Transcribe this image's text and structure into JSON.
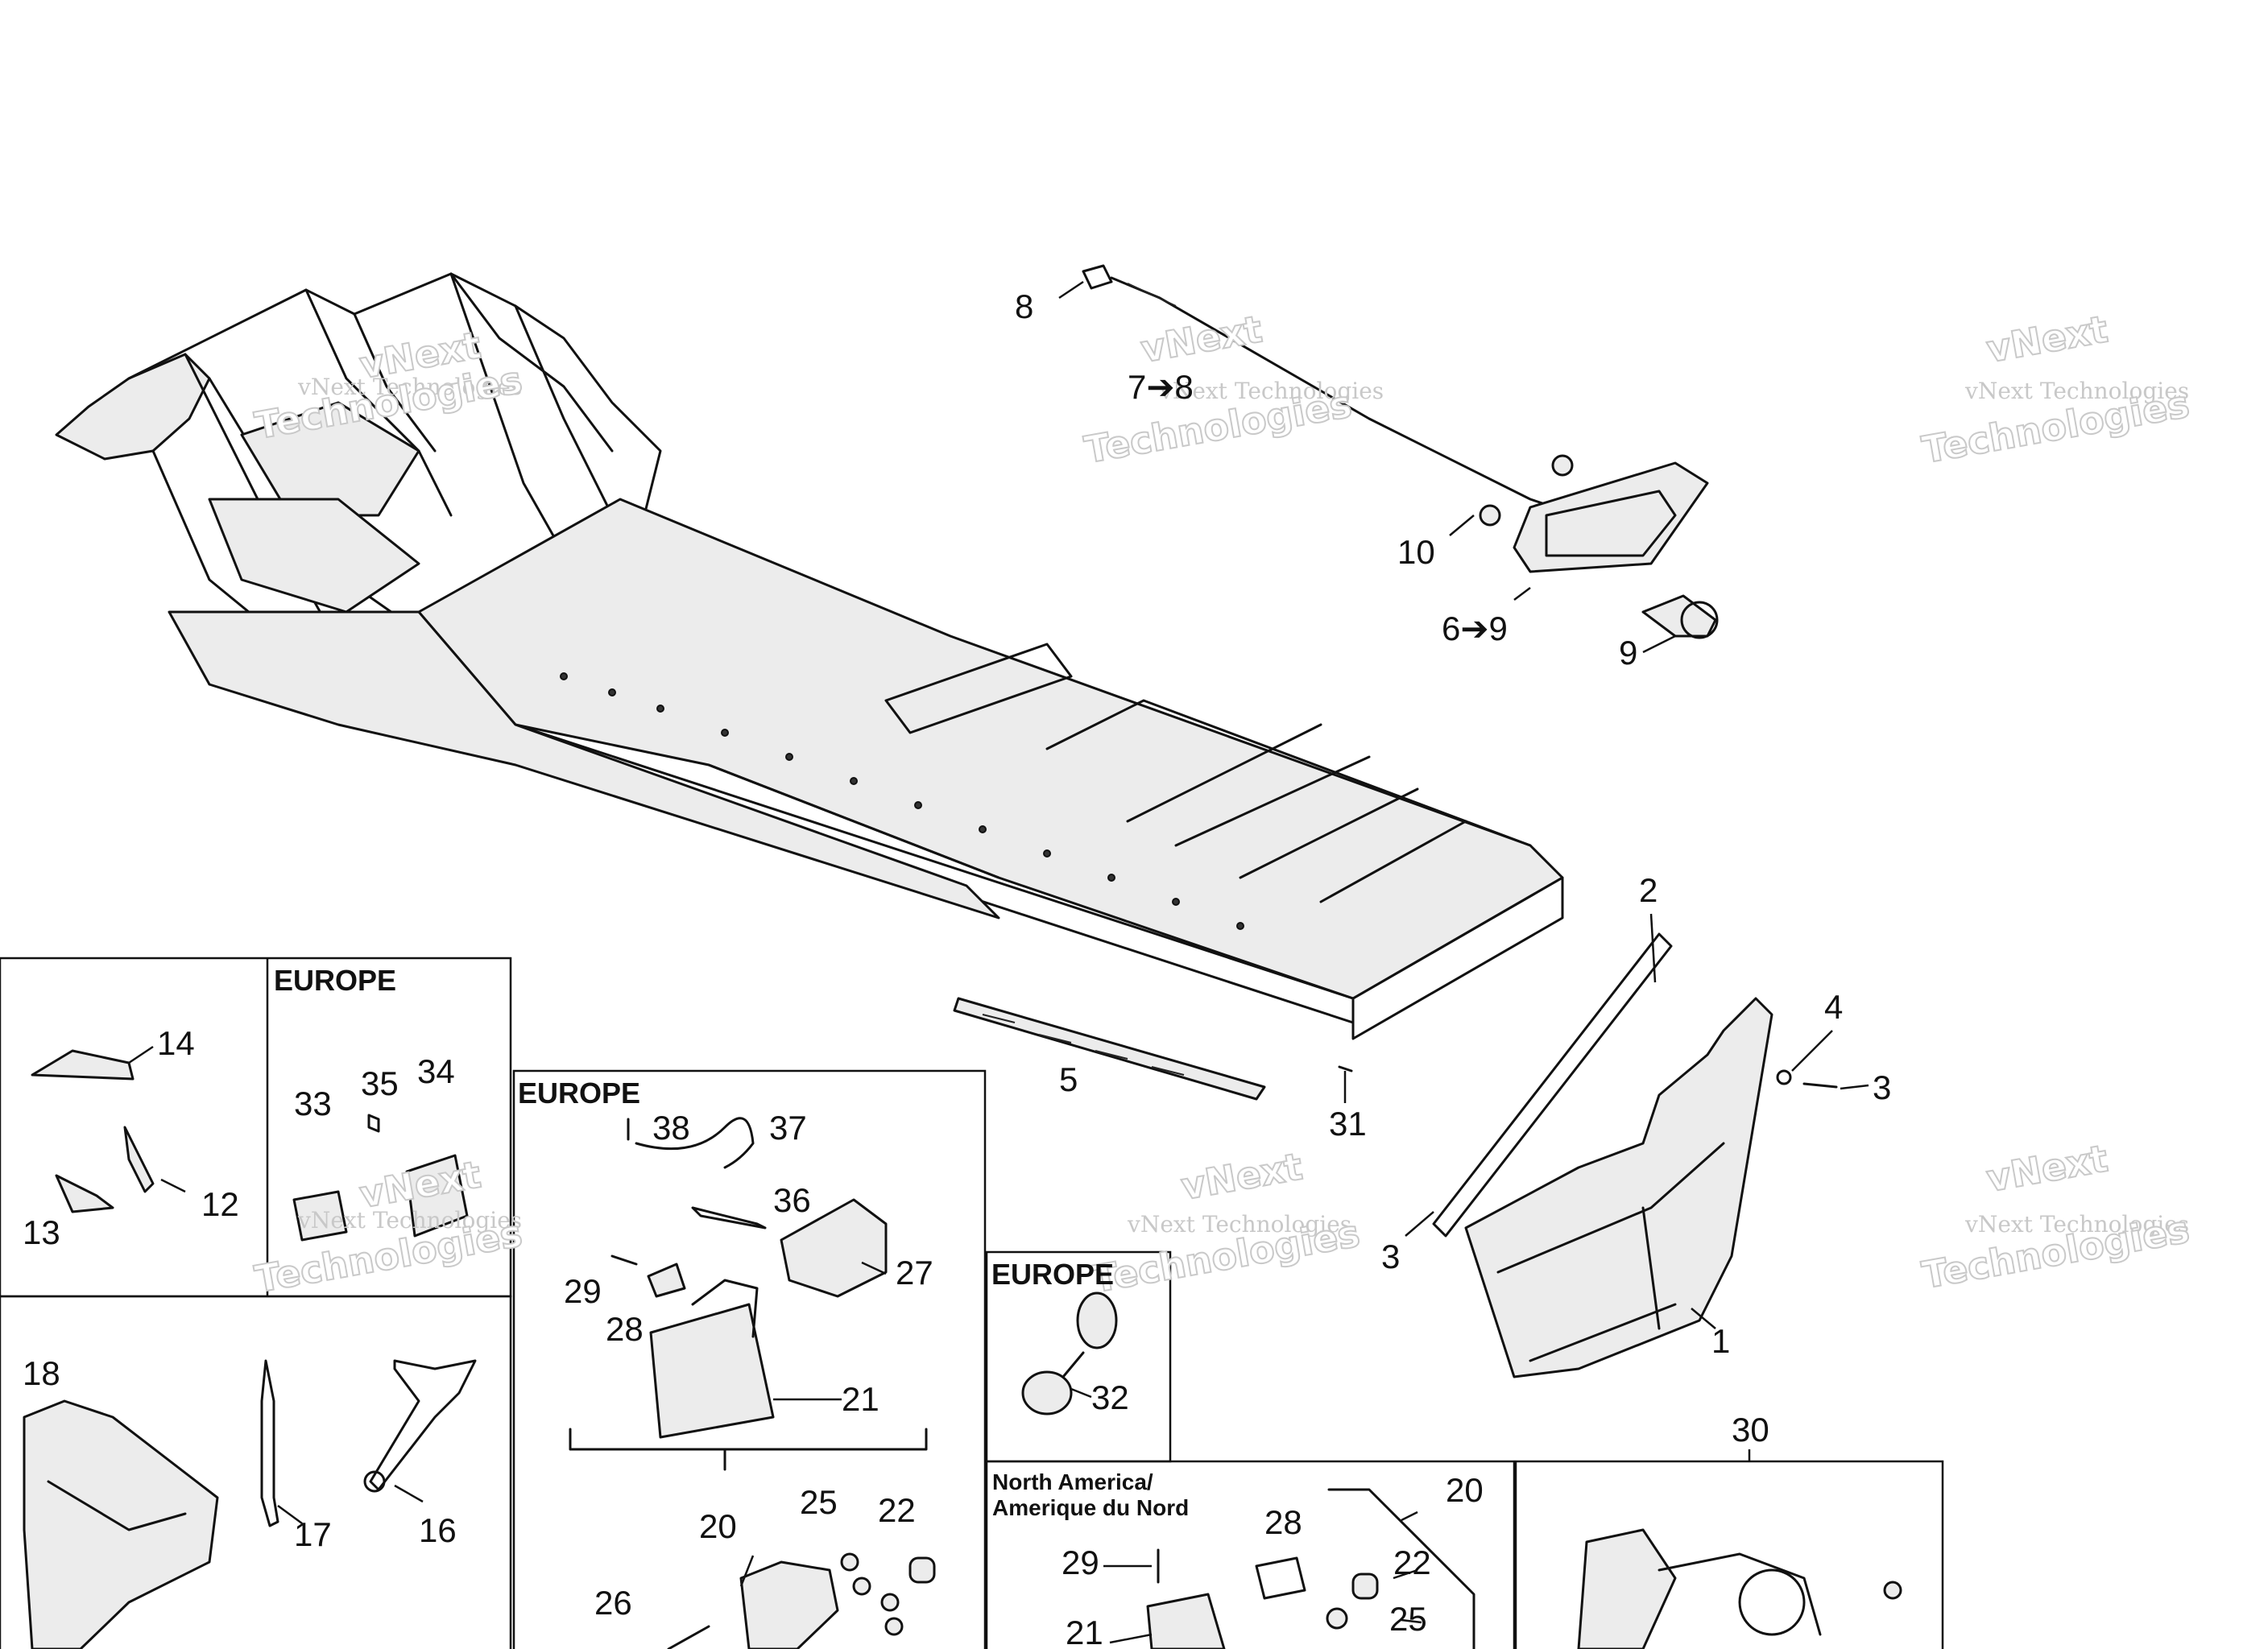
{
  "diagram": {
    "watermark_line1": "vNext",
    "watermark_line2": "vNext Technologies",
    "watermark_line3": "Technologies",
    "box_labels": {
      "europe_top": "EUROPE",
      "europe_mid": "EUROPE",
      "europe_small": "EUROPE",
      "north_america_line1": "North America/",
      "north_america_line2": "Amerique du Nord"
    },
    "callouts": {
      "c8": "8",
      "c7to8": "7➔8",
      "c10": "10",
      "c6to9": "6➔9",
      "c9": "9",
      "c2": "2",
      "c4": "4",
      "c3a": "3",
      "c3b": "3",
      "c5": "5",
      "c31": "31",
      "c1": "1",
      "c14": "14",
      "c12": "12",
      "c13": "13",
      "c33": "33",
      "c35": "35",
      "c34": "34",
      "c38": "38",
      "c37": "37",
      "c36": "36",
      "c27": "27",
      "c29a": "29",
      "c28a": "28",
      "c21a": "21",
      "c20a": "20",
      "c25a": "25",
      "c22a": "22",
      "c26": "26",
      "c18": "18",
      "c17": "17",
      "c16": "16",
      "c32": "32",
      "c30": "30",
      "c20b": "20",
      "c28b": "28",
      "c29b": "29",
      "c22b": "22",
      "c21b": "21",
      "c25b": "25"
    }
  }
}
